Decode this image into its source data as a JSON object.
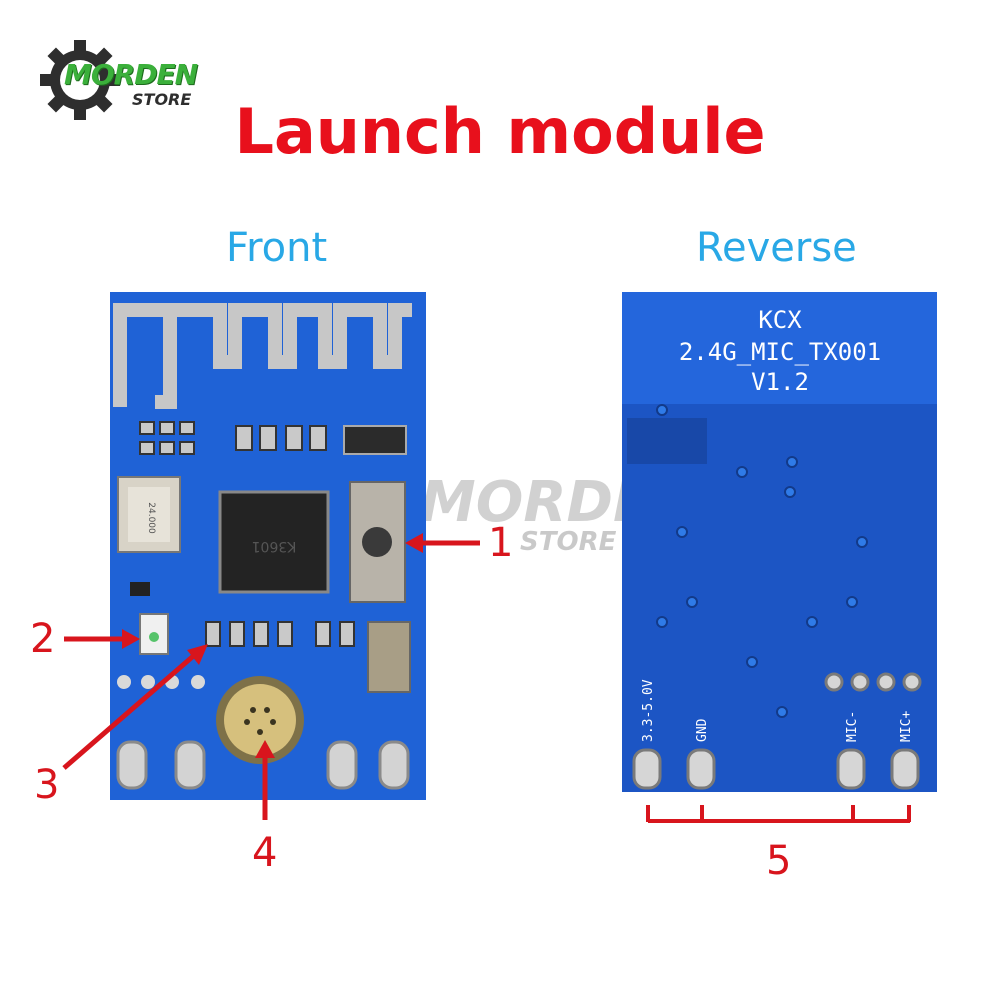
{
  "brand": {
    "name": "MORDEN",
    "sub": "STORE",
    "green": "#3bb03b",
    "dark": "#2e2e2e"
  },
  "title": "Launch module",
  "labels": {
    "front": "Front",
    "reverse": "Reverse"
  },
  "callouts": {
    "c1": "1",
    "c2": "2",
    "c3": "3",
    "c4": "4",
    "c5": "5"
  },
  "board": {
    "silkscreen_line1": "KCX",
    "silkscreen_line2": "2.4G_MIC_TX001",
    "silkscreen_line3": "V1.2",
    "pin_1": "3.3-5.0V",
    "pin_2": "GND",
    "pin_3": "MIC-",
    "pin_4": "MIC+",
    "chip_marking": "K3601",
    "crystal_marking": "24.000"
  },
  "colors": {
    "pcb": "#1f62d6",
    "pcb_dark": "#1a4fb5",
    "accent": "#e8101c",
    "label_blue": "#29a8e6"
  }
}
